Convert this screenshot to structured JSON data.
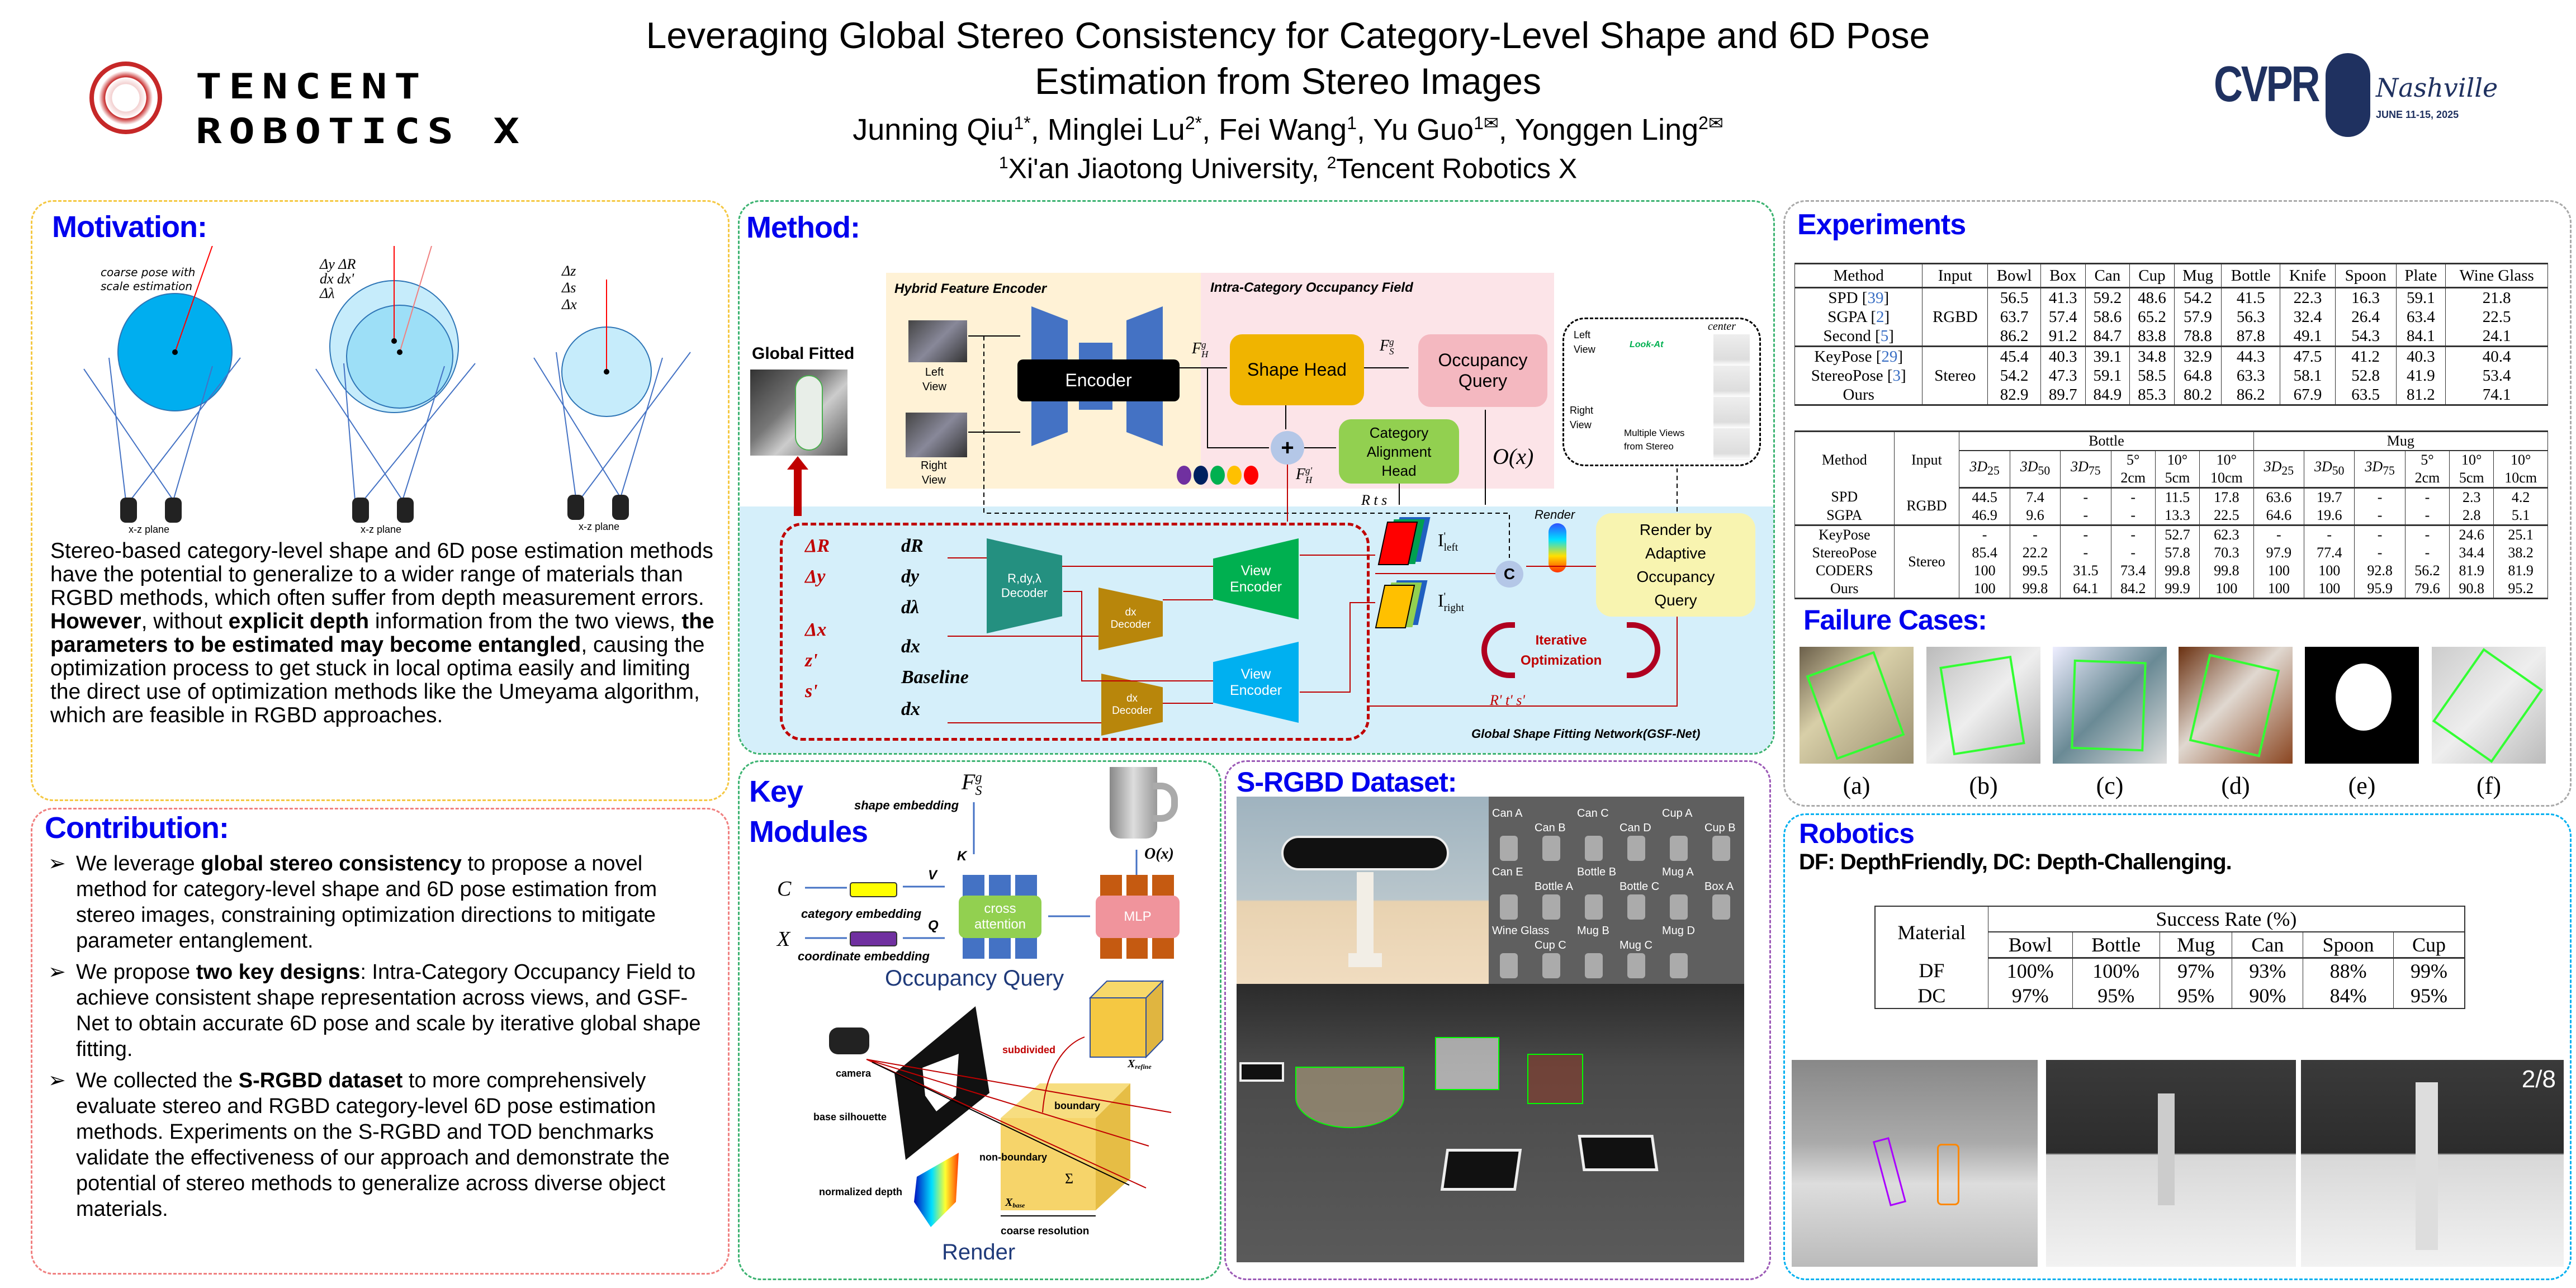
{
  "header": {
    "title_line1": "Leveraging Global Stereo Consistency for Category-Level Shape and 6D Pose",
    "title_line2": "Estimation from Stereo Images",
    "authors": [
      {
        "name": "Junning Qiu",
        "sup": "1*",
        "sep": ", "
      },
      {
        "name": "Minglei Lu",
        "sup": "2*",
        "sep": ", "
      },
      {
        "name": "Fei Wang",
        "sup": "1",
        "sep": ", "
      },
      {
        "name": "Yu Guo",
        "sup": "1✉",
        "sep": ", "
      },
      {
        "name": "Yonggen Ling",
        "sup": "2✉",
        "sep": ""
      }
    ],
    "affiliations": [
      {
        "sup": "1",
        "name": "Xi'an Jiaotong University, "
      },
      {
        "sup": "2",
        "name": "Tencent Robotics X"
      }
    ],
    "logo_left_text": [
      "TENCENT",
      "ROBOTICS X"
    ],
    "logo_right_text": "CVPR Nashville JUNE 11-15, 2025",
    "accent_color": "#0000ee"
  },
  "motivation": {
    "title": "Motivation:",
    "diagram": {
      "coarse_label": [
        "coarse pose with",
        "scale estimation"
      ],
      "mid_labels": [
        "Δy  ΔR",
        "dx  dx'",
        "Δλ"
      ],
      "right_labels": [
        "Δz",
        "Δs",
        "Δx"
      ],
      "plane_label": "x-z plane"
    },
    "text": [
      {
        "t": "Stereo-based category-level shape and 6D pose estimation methods have the potential to generalize to a wider range of materials than RGBD methods, which often suffer from depth measurement errors. ",
        "b": false
      },
      {
        "t": "However",
        "b": true
      },
      {
        "t": ", without ",
        "b": false
      },
      {
        "t": "explicit depth",
        "b": true
      },
      {
        "t": " information from the two views, ",
        "b": false
      },
      {
        "t": "the parameters to be estimated may become entangled",
        "b": true
      },
      {
        "t": ", causing the optimization process to get stuck in local optima easily and limiting the direct use of optimization methods like the Umeyama algorithm, which are feasible in RGBD approaches.",
        "b": false
      }
    ]
  },
  "contribution": {
    "title": "Contribution:",
    "bullets": [
      [
        {
          "t": "We leverage ",
          "b": false
        },
        {
          "t": "global stereo consistency",
          "b": true
        },
        {
          "t": " to propose a novel method for category-level shape and 6D pose estimation from stereo images, constraining optimization directions to mitigate parameter entanglement.",
          "b": false
        }
      ],
      [
        {
          "t": "We propose ",
          "b": false
        },
        {
          "t": "two key designs",
          "b": true
        },
        {
          "t": ": Intra-Category Occupancy Field to achieve consistent shape representation across views, and GSF-Net to obtain accurate 6D pose and scale by iterative global shape fitting.",
          "b": false
        }
      ],
      [
        {
          "t": "We collected the ",
          "b": false
        },
        {
          "t": "S-RGBD dataset",
          "b": true
        },
        {
          "t": " to more comprehensively evaluate stereo and RGBD category-level 6D pose estimation methods. Experiments on the S-RGBD and TOD benchmarks validate the effectiveness of our approach and demonstrate the potential of stereo methods to generalize across diverse object materials.",
          "b": false
        }
      ]
    ]
  },
  "method": {
    "title": "Method:",
    "global_fitted": "Global Fitted",
    "hybrid_encoder": "Hybrid Feature Encoder",
    "occupancy_field": "Intra-Category Occupancy Field",
    "left_view": [
      "Left",
      "View"
    ],
    "right_view": [
      "Right",
      "View"
    ],
    "encoder": "Encoder",
    "shape_head": "Shape Head",
    "occupancy_query": [
      "Occupancy",
      "Query"
    ],
    "category_alignment": [
      "Category",
      "Alignment",
      "Head"
    ],
    "plus": "+",
    "fhg": {
      "base": "F",
      "sup": "g",
      "sub": "H"
    },
    "fsg": {
      "base": "F",
      "sup": "g",
      "sub": "S"
    },
    "fhg2": {
      "base": "F",
      "sup": "g'",
      "sub": "H"
    },
    "ox": "O(x)",
    "rts": "R t s",
    "multi_view": {
      "left": [
        "Left",
        "View"
      ],
      "right": [
        "Right",
        "View"
      ],
      "look_at": "Look-At",
      "center": "center",
      "multiple": [
        "Multiple Views",
        "from Stereo"
      ]
    },
    "render_label": "Render",
    "render_box": [
      "Render by",
      "Adaptive",
      "Occupancy",
      "Query"
    ],
    "concat": "C",
    "i_left": {
      "base": "I",
      "sup": "'",
      "sub": "left"
    },
    "i_right": {
      "base": "I",
      "sup": "'",
      "sub": "right"
    },
    "iterative": [
      "Iterative",
      "Optimization"
    ],
    "rts_prime": "R'  t'  s'",
    "gsf_net": "Global Shape Fitting Network(GSF-Net)",
    "deltas": [
      "ΔR",
      "Δy",
      "Δx",
      "z'",
      "s'"
    ],
    "outputs": [
      "dR",
      "dy",
      "dλ",
      "dx",
      "Baseline",
      "dx"
    ],
    "rdy_decoder": [
      "R,dy,λ",
      "Decoder"
    ],
    "dx_decoder": [
      "dx",
      "Decoder"
    ],
    "view_encoder": [
      "View",
      "Encoder"
    ],
    "dot_colors": [
      "#7030a0",
      "#002060",
      "#00b050",
      "#ffc000",
      "#ff0000"
    ]
  },
  "key_modules": {
    "title": [
      "Key",
      "Modules"
    ],
    "shape_embedding": "shape embedding",
    "fsg": {
      "base": "F",
      "sup": "g",
      "sub": "S"
    },
    "k": "K",
    "v": "V",
    "q": "Q",
    "c": "C",
    "x": "X",
    "category_embedding": "category embedding",
    "coordinate_embedding": "coordinate embedding",
    "cross_attention": [
      "cross",
      "attention"
    ],
    "mlp": "MLP",
    "ox": "O(x)",
    "occupancy_query": "Occupancy Query",
    "camera": "camera",
    "base_silhouette": "base silhouette",
    "normalized_depth": "normalized depth",
    "subdivided": "subdivided",
    "x_refine": {
      "base": "X",
      "sub": "refine"
    },
    "boundary": "boundary",
    "non_boundary": "non-boundary",
    "sigma": "Σ",
    "x_base": {
      "base": "X",
      "sub": "base"
    },
    "coarse_resolution": "coarse resolution",
    "render": "Render"
  },
  "dataset": {
    "title": "S-RGBD Dataset:",
    "objects": [
      "Can A",
      "Can B",
      "Can C",
      "Can D",
      "Cup A",
      "Cup B",
      "Can E",
      "Bottle A",
      "Bottle B",
      "Bottle C",
      "Mug A",
      "Box A",
      "Wine Glass",
      "Cup C",
      "Mug B",
      "Mug C",
      "Mug D"
    ]
  },
  "experiments": {
    "title": "Experiments",
    "table1": {
      "columns": [
        "Method",
        "Input",
        "Bowl",
        "Box",
        "Can",
        "Cup",
        "Mug",
        "Bottle",
        "Knife",
        "Spoon",
        "Plate",
        "Wine Glass"
      ],
      "groups": [
        {
          "input": "RGBD",
          "rows": [
            {
              "method": "SPD",
              "ref": "39",
              "values": [
                "56.5",
                "41.3",
                "59.2",
                "48.6",
                "54.2",
                "41.5",
                "22.3",
                "16.3",
                "59.1",
                "21.8"
              ],
              "bold": []
            },
            {
              "method": "SGPA",
              "ref": "2",
              "values": [
                "63.7",
                "57.4",
                "58.6",
                "65.2",
                "57.9",
                "56.3",
                "32.4",
                "26.4",
                "63.4",
                "22.5"
              ],
              "bold": []
            },
            {
              "method": "Second",
              "ref": "5",
              "values": [
                "86.2",
                "91.2",
                "84.7",
                "83.8",
                "78.8",
                "87.8",
                "49.1",
                "54.3",
                "84.1",
                "24.1"
              ],
              "bold": [
                0,
                1,
                5,
                8
              ]
            }
          ]
        },
        {
          "input": "Stereo",
          "rows": [
            {
              "method": "KeyPose",
              "ref": "29",
              "values": [
                "45.4",
                "40.3",
                "39.1",
                "34.8",
                "32.9",
                "44.3",
                "47.5",
                "41.2",
                "40.3",
                "40.4"
              ],
              "bold": []
            },
            {
              "method": "StereoPose",
              "ref": "3",
              "values": [
                "54.2",
                "47.3",
                "59.1",
                "58.5",
                "64.8",
                "63.3",
                "58.1",
                "52.8",
                "41.9",
                "53.4"
              ],
              "bold": []
            },
            {
              "method": "Ours",
              "ref": "",
              "values": [
                "82.9",
                "89.7",
                "84.9",
                "85.3",
                "80.2",
                "86.2",
                "67.9",
                "63.5",
                "81.2",
                "74.1"
              ],
              "bold": [
                2,
                3,
                4,
                6,
                7,
                9
              ]
            }
          ]
        }
      ]
    },
    "table2": {
      "method_col": "Method",
      "input_col": "Input",
      "groups": [
        "Bottle",
        "Mug"
      ],
      "metrics": [
        {
          "main": "3D",
          "sub": "25"
        },
        {
          "main": "3D",
          "sub": "50"
        },
        {
          "main": "3D",
          "sub": "75"
        },
        {
          "l1": "5°",
          "l2": "2cm"
        },
        {
          "l1": "10°",
          "l2": "5cm"
        },
        {
          "l1": "10°",
          "l2": "10cm"
        }
      ],
      "blocks": [
        {
          "input": "RGBD",
          "rows": [
            {
              "method": "SPD",
              "values": [
                "44.5",
                "7.4",
                "-",
                "-",
                "11.5",
                "17.8",
                "63.6",
                "19.7",
                "-",
                "-",
                "2.3",
                "4.2"
              ],
              "bold": false
            },
            {
              "method": "SGPA",
              "values": [
                "46.9",
                "9.6",
                "-",
                "-",
                "13.3",
                "22.5",
                "64.6",
                "19.6",
                "-",
                "-",
                "2.8",
                "5.1"
              ],
              "bold": false
            }
          ]
        },
        {
          "input": "Stereo",
          "rows": [
            {
              "method": "KeyPose",
              "values": [
                "-",
                "-",
                "-",
                "-",
                "52.7",
                "62.3",
                "-",
                "-",
                "-",
                "-",
                "24.6",
                "25.1"
              ],
              "bold": false
            },
            {
              "method": "StereoPose",
              "values": [
                "85.4",
                "22.2",
                "-",
                "-",
                "57.8",
                "70.3",
                "97.9",
                "77.4",
                "-",
                "-",
                "34.4",
                "38.2"
              ],
              "bold": false
            },
            {
              "method": "CODERS",
              "values": [
                "100",
                "99.5",
                "31.5",
                "73.4",
                "99.8",
                "99.8",
                "100",
                "100",
                "92.8",
                "56.2",
                "81.9",
                "81.9"
              ],
              "bold": false
            },
            {
              "method": "Ours",
              "values": [
                "100",
                "99.8",
                "64.1",
                "84.2",
                "99.9",
                "100",
                "100",
                "100",
                "95.9",
                "79.6",
                "90.8",
                "95.2"
              ],
              "bold": true
            }
          ]
        }
      ]
    },
    "failure_title": "Failure Cases:",
    "failure_labels": [
      "(a)",
      "(b)",
      "(c)",
      "(d)",
      "(e)",
      "(f)"
    ]
  },
  "robotics": {
    "title": "Robotics",
    "legend": "DF: DepthFriendly, DC: Depth-Challenging.",
    "table": {
      "material_col": "Material",
      "group": "Success Rate (%)",
      "columns": [
        "Bowl",
        "Bottle",
        "Mug",
        "Can",
        "Spoon",
        "Cup"
      ],
      "rows": [
        {
          "material": "DF",
          "values": [
            "100%",
            "100%",
            "97%",
            "93%",
            "88%",
            "99%"
          ]
        },
        {
          "material": "DC",
          "values": [
            "97%",
            "95%",
            "95%",
            "90%",
            "84%",
            "95%"
          ]
        }
      ]
    },
    "photo_counter": "2/8"
  }
}
